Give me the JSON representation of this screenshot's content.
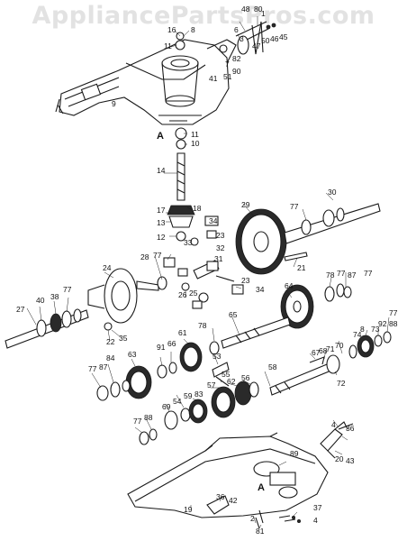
{
  "watermark": "AppliancePartsPros.com",
  "callouts": [
    "16",
    "8",
    "11",
    "48",
    "80",
    "6",
    "1",
    "3",
    "47",
    "50",
    "46",
    "45",
    "82",
    "7",
    "90",
    "51",
    "41",
    "9",
    "A",
    "11",
    "10",
    "14",
    "18",
    "17",
    "13",
    "12",
    "34",
    "23",
    "32",
    "33",
    "29",
    "30",
    "77",
    "21",
    "24",
    "28",
    "77",
    "31",
    "26",
    "25",
    "23",
    "34",
    "64",
    "78",
    "77",
    "87",
    "77",
    "40",
    "38",
    "77",
    "27",
    "22",
    "35",
    "78",
    "65",
    "61",
    "91",
    "66",
    "74",
    "8",
    "73",
    "92",
    "88",
    "77",
    "67",
    "68",
    "71",
    "70",
    "77",
    "87",
    "84",
    "63",
    "53",
    "55",
    "58",
    "72",
    "69",
    "54",
    "59",
    "83",
    "57",
    "62",
    "56",
    "77",
    "88",
    "4",
    "36",
    "20",
    "43",
    "89",
    "A",
    "36",
    "42",
    "19",
    "2",
    "81",
    "37",
    "4"
  ]
}
